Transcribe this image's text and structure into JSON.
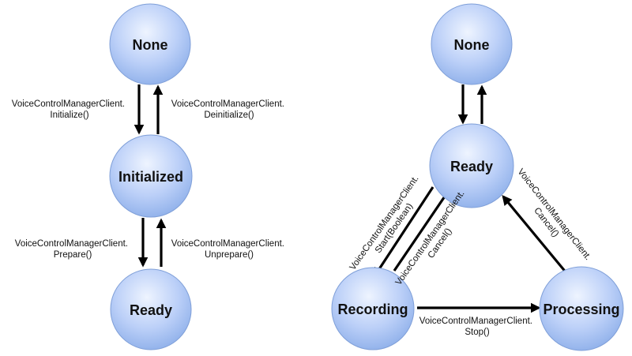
{
  "left_diagram": {
    "nodes": {
      "none": "None",
      "initialized": "Initialized",
      "ready": "Ready"
    },
    "edges": {
      "initialize": [
        "VoiceControlManagerClient.",
        "Initialize()"
      ],
      "deinitialize": [
        "VoiceControlManagerClient.",
        "Deinitialize()"
      ],
      "prepare": [
        "VoiceControlManagerClient.",
        "Prepare()"
      ],
      "unprepare": [
        "VoiceControlManagerClient.",
        "Unprepare()"
      ]
    }
  },
  "right_diagram": {
    "nodes": {
      "none": "None",
      "ready": "Ready",
      "recording": "Recording",
      "processing": "Processing"
    },
    "edges": {
      "start": [
        "VoiceControlManagerClient.",
        "Start(Boolean)"
      ],
      "cancel_from_recording": [
        "VoiceControlManagerClient.",
        "Cancel()"
      ],
      "cancel_from_processing": [
        "VoiceControlManagerClient.",
        "Cancel()"
      ],
      "stop": [
        "VoiceControlManagerClient.",
        "Stop()"
      ]
    }
  },
  "colors": {
    "node_fill_light": "#e6efff",
    "node_fill_dark": "#8fb0ee",
    "node_stroke": "#6f8fcf",
    "arrow": "#000000"
  }
}
